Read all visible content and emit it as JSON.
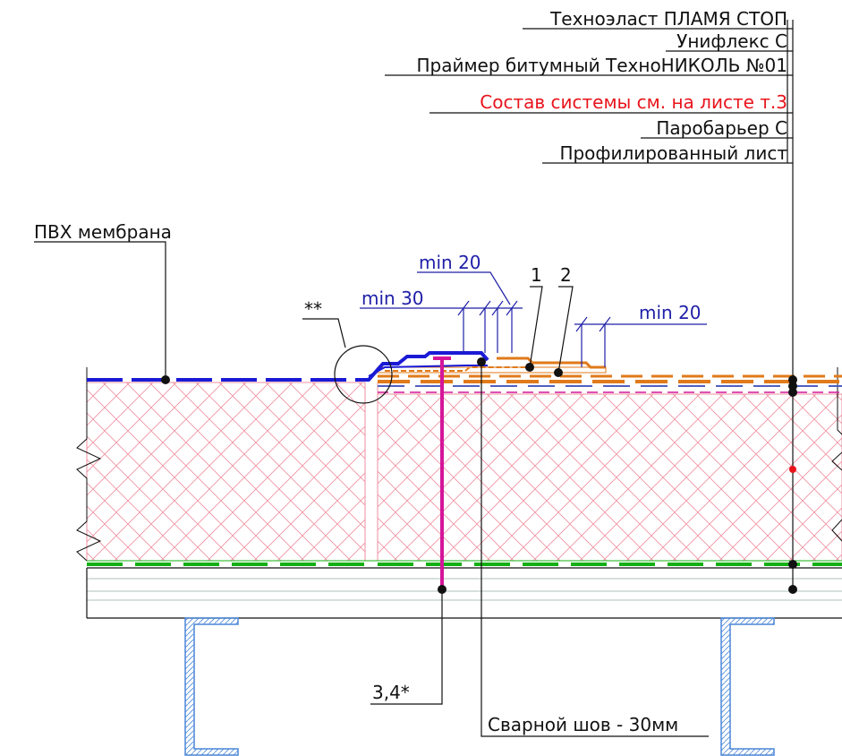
{
  "callouts_right": [
    {
      "text": "Техноэласт ПЛАМЯ СТОП",
      "color": "#111111"
    },
    {
      "text": "Унифлекс С",
      "color": "#111111"
    },
    {
      "text": "Праймер битумный ТехноНИКОЛЬ №01",
      "color": "#111111"
    },
    {
      "text": "Состав системы см. на листе т.3",
      "color": "#e8141c"
    },
    {
      "text": "Паробарьер С",
      "color": "#111111"
    },
    {
      "text": "Профилированный лист",
      "color": "#111111"
    }
  ],
  "callout_left": {
    "text": "ПВХ мембрана"
  },
  "dimensions": {
    "min20_top": "min 20",
    "min30": "min 30",
    "min20_right": "min 20"
  },
  "markers": {
    "one": "1",
    "two": "2",
    "detail": "**",
    "fastener": "3,4*"
  },
  "weld_label": "Сварной шов - 30мм",
  "colors": {
    "pvc": "#1a1ad6",
    "bitumen": "#e07a1a",
    "insulation_hatch": "#ef8fa0",
    "vapor_barrier": "#13b013",
    "fastener": "#d4169a",
    "dimension": "#1f1fa8",
    "leader": "#111111",
    "channel": "#4a86d8"
  }
}
